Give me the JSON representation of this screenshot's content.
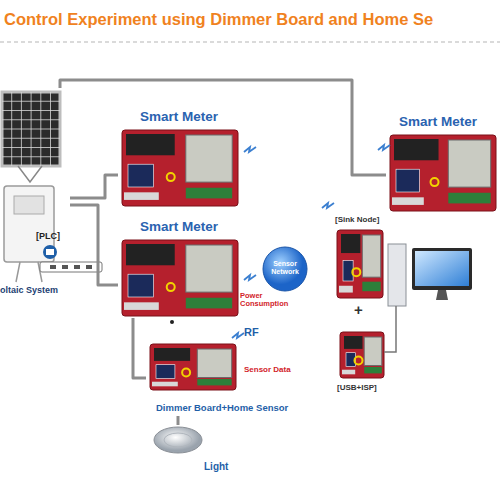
{
  "diagram": {
    "title": "Control Experiment using Dimmer Board and Home Se",
    "nodes": [
      {
        "text": [
          "oltaic System"
        ]
      },
      {
        "text": [
          "Smart Meter"
        ]
      },
      {
        "text": [
          "Smart Meter"
        ]
      },
      {
        "text": [
          "Smart Meter"
        ]
      },
      {
        "text": [
          "Sensor Network"
        ]
      },
      {
        "text": [
          "[Sink Node]"
        ]
      },
      {
        "text": [
          "[USB+ISP]"
        ]
      },
      {
        "text": [
          "Dimmer Board+Home Sensor"
        ]
      },
      {
        "text": [
          "Light"
        ]
      }
    ],
    "edges": [
      {
        "from": 0,
        "to": 1,
        "arrow": "none"
      },
      {
        "from": 0,
        "to": 3,
        "arrow": "none"
      },
      {
        "from": 0,
        "to": 2,
        "arrow": "none"
      },
      {
        "from": 3,
        "to": 7,
        "arrow": "none"
      },
      {
        "from": 7,
        "to": 8,
        "arrow": "none"
      }
    ],
    "labels": [
      "[PLC]",
      "Power Consumption",
      "RF",
      "Sensor Data",
      "+"
    ]
  }
}
